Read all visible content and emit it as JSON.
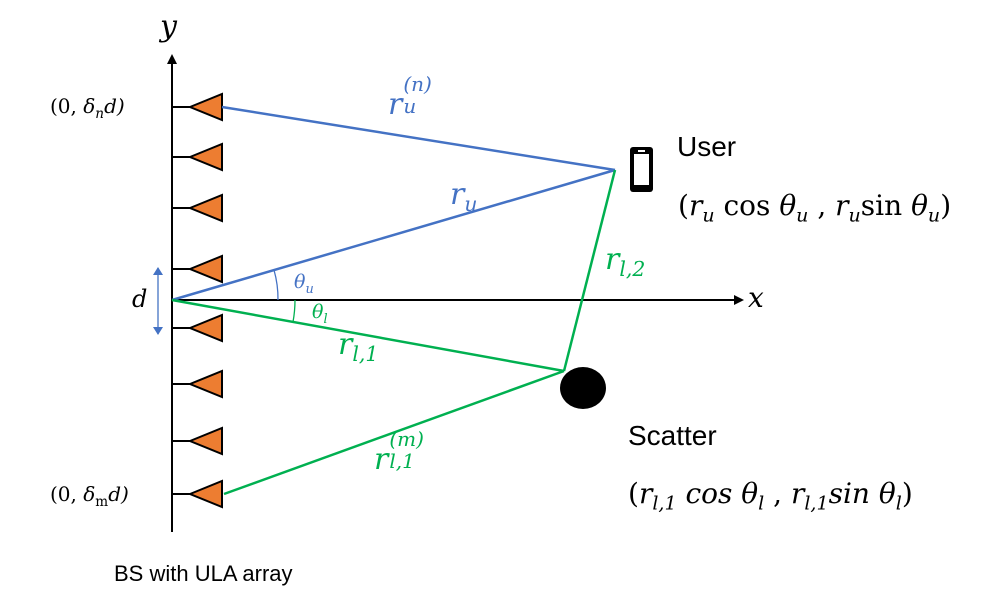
{
  "colors": {
    "user_path": "#4472c4",
    "scatter_path": "#00b050",
    "antenna_fill": "#ed7d31",
    "axis": "#000000",
    "spacing_arrow": "#4472c4"
  },
  "axes": {
    "x_label": "x",
    "y_label": "y"
  },
  "bs": {
    "caption": "BS with ULA array",
    "top_element_label": {
      "open": "(0, ",
      "delta": "δ",
      "sub": "n",
      "tail": "d)"
    },
    "bottom_element_label": {
      "open": "(0, ",
      "delta": "δ",
      "sub": "m",
      "tail": "d)"
    },
    "spacing_label": "d",
    "antenna_count": 8
  },
  "user": {
    "title": "User",
    "icon": "smartphone-icon",
    "coord": {
      "open": "(",
      "r": "r",
      "r_sub": "u",
      "cos": " cos ",
      "theta": "θ",
      "theta_sub": "u",
      "sep": " , ",
      "r2": "r",
      "r2_sub": "u",
      "sin": "sin ",
      "theta2": "θ",
      "theta2_sub": "u",
      "close": ")"
    }
  },
  "scatter": {
    "title": "Scatter",
    "coord": {
      "open": "(",
      "r": "r",
      "r_sub": "l,1",
      "cos": " cos ",
      "theta": "θ",
      "theta_sub": "l",
      "sep": " , ",
      "r2": "r",
      "r2_sub": "l,1",
      "sin": "sin ",
      "theta2": "θ",
      "theta2_sub": "l",
      "close": ")"
    }
  },
  "paths": {
    "r_u_n": {
      "base": "r",
      "sub": "u",
      "sup": "(n)"
    },
    "r_u": {
      "base": "r",
      "sub": "u"
    },
    "r_l2": {
      "base": "r",
      "sub": "l,2"
    },
    "r_l1": {
      "base": "r",
      "sub": "l,1"
    },
    "r_l1_m": {
      "base": "r",
      "sub": "l,1",
      "sup": "(m)"
    }
  },
  "angles": {
    "theta_u": {
      "base": "θ",
      "sub": "u"
    },
    "theta_l": {
      "base": "θ",
      "sub": "l"
    }
  }
}
